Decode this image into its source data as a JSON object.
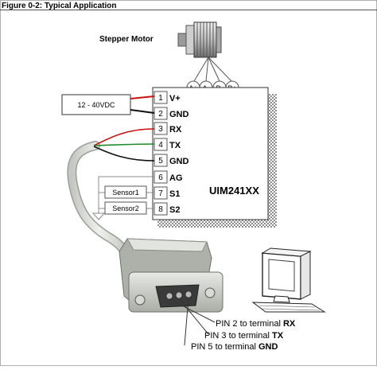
{
  "figure": {
    "caption": "Figure 0-2:  Typical Application"
  },
  "motor": {
    "label": "Stepper Motor",
    "phase_labels": [
      "A+",
      "A-",
      "B-",
      "B+"
    ]
  },
  "power_supply": {
    "label": "12 - 40VDC"
  },
  "controller": {
    "label": "UIM241XX",
    "pins": [
      {
        "number": "1",
        "name": "V+"
      },
      {
        "number": "2",
        "name": "GND"
      },
      {
        "number": "3",
        "name": "RX"
      },
      {
        "number": "4",
        "name": "TX"
      },
      {
        "number": "5",
        "name": "GND"
      },
      {
        "number": "6",
        "name": "AG"
      },
      {
        "number": "7",
        "name": "S1"
      },
      {
        "number": "8",
        "name": "S2"
      }
    ]
  },
  "sensors": [
    {
      "label": "Sensor1"
    },
    {
      "label": "Sensor2"
    }
  ],
  "connector_notes": [
    {
      "prefix": "PIN 2 to terminal ",
      "terminal": "RX"
    },
    {
      "prefix": "PIN 3 to terminal ",
      "terminal": "TX"
    },
    {
      "prefix": "PIN 5 to terminal ",
      "terminal": "GND"
    }
  ],
  "colors": {
    "wire_red": "#cc1111",
    "wire_green": "#1f8a2a",
    "wire_black": "#111111",
    "wire_gray": "#8c8c8c",
    "cable": "#d9dcd6",
    "connector": "#c9ccc4",
    "shadow": "#9a9a9a"
  }
}
